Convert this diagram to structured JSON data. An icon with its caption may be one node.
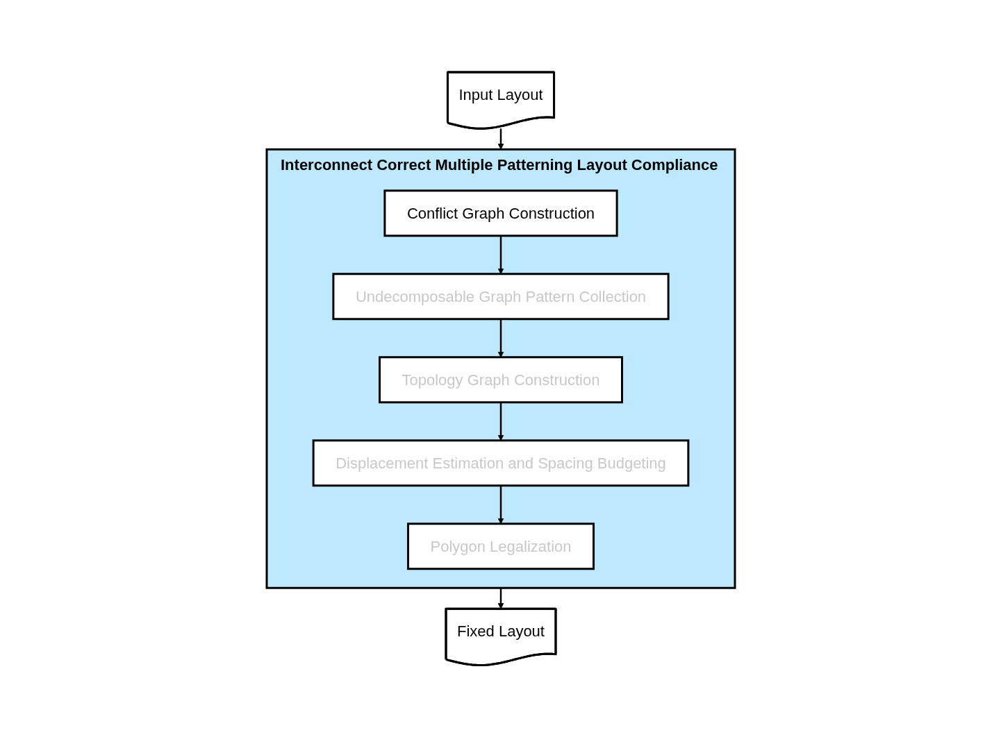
{
  "diagram": {
    "nodes": [
      {
        "text": [
          "Input Layout"
        ]
      },
      {
        "text": [
          "Interconnect Correct Multiple Patterning Layout Compliance"
        ]
      },
      {
        "text": [
          "Conflict Graph Construction"
        ],
        "in": 1
      },
      {
        "text": [
          "Undecomposable Graph Pattern Collection"
        ],
        "in": 1
      },
      {
        "text": [
          "Topology Graph Construction"
        ],
        "in": 1
      },
      {
        "text": [
          "Displacement Estimation and Spacing Budgeting"
        ],
        "in": 1
      },
      {
        "text": [
          "Polygon Legalization"
        ],
        "in": 1
      },
      {
        "text": [
          "Fixed Layout"
        ]
      }
    ],
    "edges": [
      {
        "from": 0,
        "to": 1,
        "arrow": "to"
      },
      {
        "from": 2,
        "to": 3,
        "arrow": "to"
      },
      {
        "from": 3,
        "to": 4,
        "arrow": "to"
      },
      {
        "from": 4,
        "to": 5,
        "arrow": "to"
      },
      {
        "from": 5,
        "to": 6,
        "arrow": "to"
      },
      {
        "from": 1,
        "to": 7,
        "arrow": "to"
      }
    ]
  }
}
